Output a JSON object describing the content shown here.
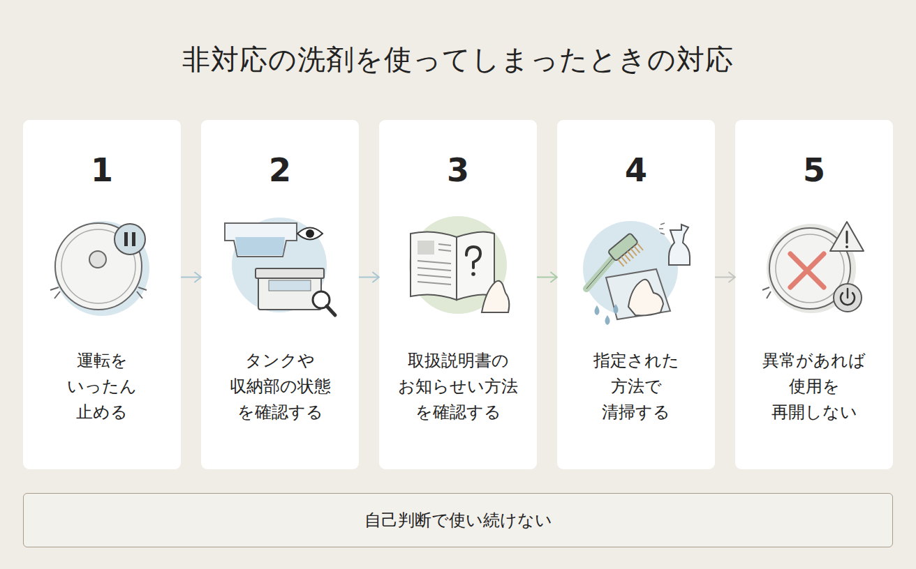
{
  "diagram": {
    "title": "非対応の洗剤を使ってしまったときの対応",
    "nodes": [
      {
        "text": [
          "1",
          "運転を いったん 止める"
        ]
      },
      {
        "text": [
          "2",
          "タンクや 収納部の状態 を確認する"
        ]
      },
      {
        "text": [
          "3",
          "取扱説明書の お知らせい方法 を確認する"
        ]
      },
      {
        "text": [
          "4",
          "指定された 方法で 清掃する"
        ]
      },
      {
        "text": [
          "5",
          "異常があれば 使用を 再開しない"
        ]
      },
      {
        "text": [
          "自己判断で使い続けない"
        ]
      }
    ],
    "edges": [
      {
        "from": 0,
        "to": 1,
        "arrow": "to"
      },
      {
        "from": 1,
        "to": 2,
        "arrow": "to"
      },
      {
        "from": 2,
        "to": 3,
        "arrow": "to"
      },
      {
        "from": 3,
        "to": 4,
        "arrow": "to"
      }
    ]
  }
}
